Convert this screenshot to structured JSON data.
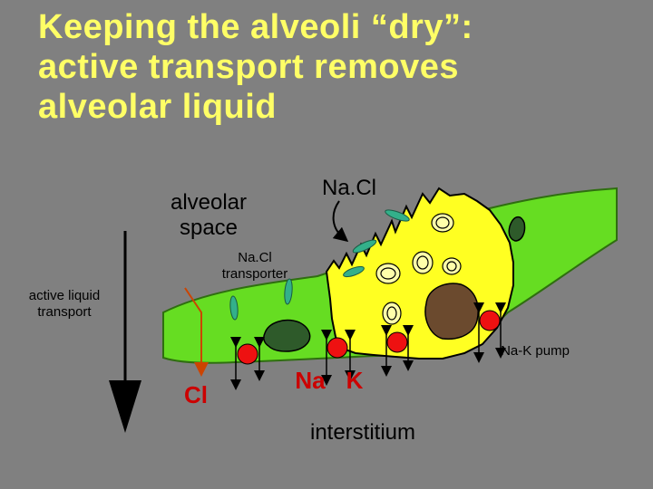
{
  "title": {
    "line1": "Keeping the alveoli “dry”:",
    "line2": "active transport removes",
    "line3": "alveolar liquid"
  },
  "labels": {
    "alveolar_space": "alveolar\nspace",
    "nacl_top": "Na.Cl",
    "nacl_transporter": "Na.Cl\ntransporter",
    "active_liquid_transport": "active liquid\ntransport",
    "na_k_pump": "Na-K pump",
    "cl": "Cl",
    "na": "Na",
    "k": "K",
    "interstitium": "interstitium"
  },
  "colors": {
    "background": "#808080",
    "title": "#ffff66",
    "membrane_green": "#66dd22",
    "cell_yellow": "#ffff22",
    "nucleus_brown": "#6b4a2e",
    "pump_red": "#ee1111",
    "transporter_teal": "#33b08a"
  }
}
